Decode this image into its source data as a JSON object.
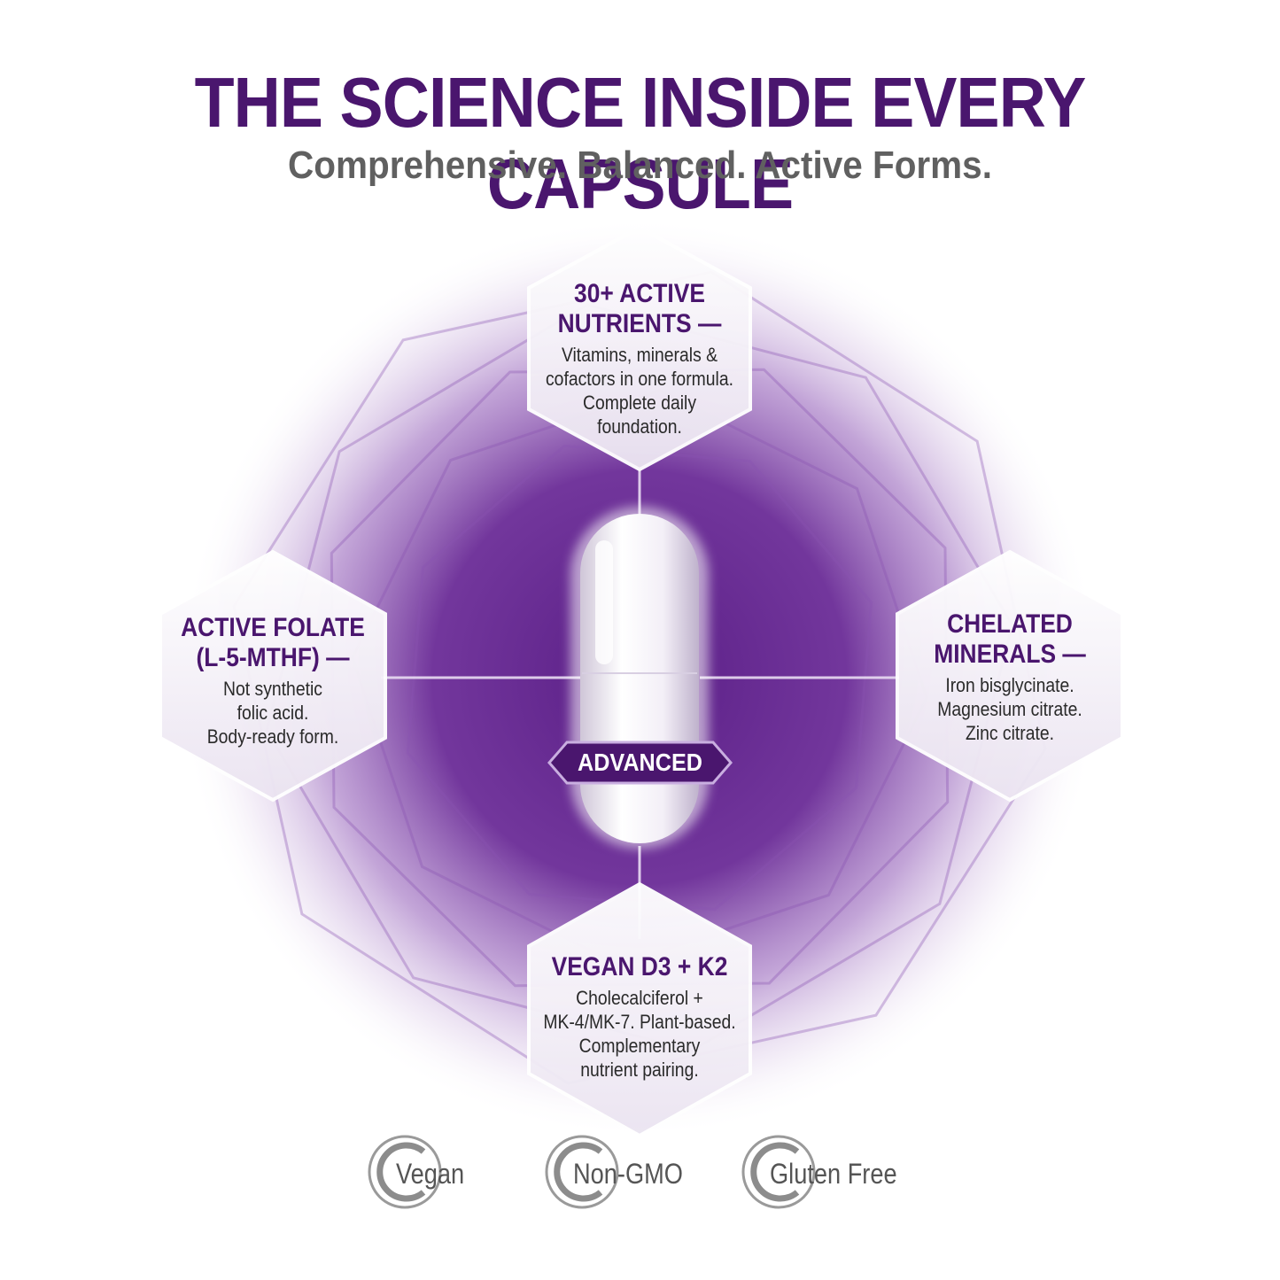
{
  "header": {
    "title": "THE SCIENCE INSIDE EVERY CAPSULE",
    "subtitle": "Comprehensive. Balanced. Active Forms."
  },
  "capsule": {
    "badge_label": "ADVANCED"
  },
  "hexagons": {
    "top": {
      "title_line1": "30+ ACTIVE",
      "title_line2": "NUTRIENTS —",
      "body_line1": "Vitamins, minerals &",
      "body_line2": "cofactors in one formula.",
      "body_line3": "Complete daily",
      "body_line4": "foundation."
    },
    "left": {
      "title_line1": "ACTIVE FOLATE",
      "title_line2": "(L-5-MTHF) —",
      "body_line1": "Not synthetic",
      "body_line2": "folic acid.",
      "body_line3": "Body-ready form."
    },
    "right": {
      "title_line1": "CHELATED",
      "title_line2": "MINERALS —",
      "body_line1": "Iron bisglycinate.",
      "body_line2": "Magnesium citrate.",
      "body_line3": "Zinc citrate."
    },
    "bottom": {
      "title_line1": "VEGAN D3 + K2",
      "body_line1": "Cholecalciferol +",
      "body_line2": "MK-4/MK-7. Plant-based.",
      "body_line3": "Complementary",
      "body_line4": "nutrient pairing."
    }
  },
  "certifications": [
    "Vegan",
    "Non-GMO",
    "Gluten Free"
  ],
  "colors": {
    "brand_purple": "#4a166e",
    "glow_purple": "#7a3aa8",
    "gray_text": "#606060"
  }
}
